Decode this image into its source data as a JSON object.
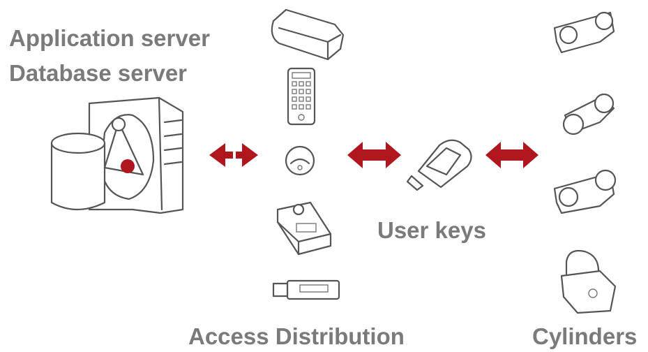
{
  "labels": {
    "application_server": "Application server",
    "database_server": "Database server",
    "user_keys": "User keys",
    "access_distribution": "Access Distribution",
    "cylinders": "Cylinders"
  },
  "colors": {
    "accent": "#b0161e",
    "label": "#7a7a7a",
    "outline": "#555555"
  },
  "icons": [
    "server-icon",
    "database-cylinder-icon",
    "wall-programmer-icon",
    "keypad-icon",
    "wall-reader-icon",
    "desktop-programmer-icon",
    "usb-stick-icon",
    "user-key-icon",
    "euro-cylinder-icon",
    "knob-cylinder-icon",
    "double-cylinder-icon",
    "padlock-icon"
  ]
}
